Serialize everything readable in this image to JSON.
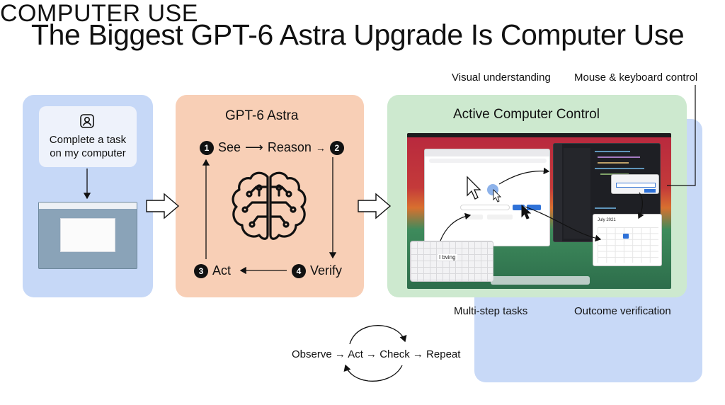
{
  "title": "The Biggest GPT-6 Astra Upgrade Is Computer Use",
  "left_panel": {
    "request_text_line1": "Complete a task",
    "request_text_line2": "on my computer"
  },
  "astra_panel": {
    "heading": "GPT-6 Astra",
    "steps": [
      {
        "num": "1",
        "label": "See"
      },
      {
        "num": "",
        "label": "Reason"
      },
      {
        "num": "2",
        "label": ""
      },
      {
        "num": "3",
        "label": "Act"
      },
      {
        "num": "4",
        "label": "Verify"
      }
    ]
  },
  "control_panel": {
    "heading": "Active Computer Control",
    "callouts": {
      "visual": "Visual understanding",
      "mouse": "Mouse & keyboard control",
      "multistep": "Multi-step tasks",
      "verification": "Outcome verification"
    },
    "calendar_title": "July 2021",
    "keyboard_text": "I bving"
  },
  "loop": {
    "text": "Observe → Act → Check → Repeat"
  },
  "badge": {
    "text": "COMPUTER USE"
  },
  "colors": {
    "left_panel": "#c6d8f7",
    "astra_panel": "#f8cfb6",
    "green_panel": "#cde9cf",
    "blue_panel": "#c8d9f7"
  }
}
